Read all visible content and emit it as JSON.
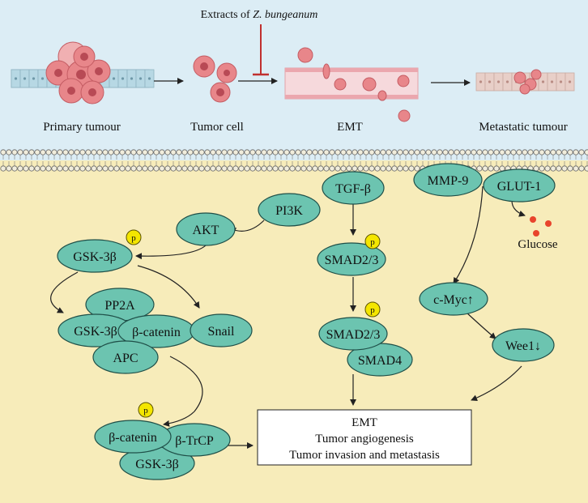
{
  "top": {
    "extract_prefix": "Extracts of ",
    "extract_species": "Z. bungeanum",
    "stages": [
      "Primary tumour",
      "Tumor cell",
      "EMT",
      "Metastatic tumour"
    ]
  },
  "nodes": {
    "tgfb": "TGF-β",
    "mmp9": "MMP-9",
    "glut1": "GLUT-1",
    "pi3k": "PI3K",
    "akt": "AKT",
    "gsk_top": "GSK-3β",
    "smad23_a": "SMAD2/3",
    "smad23_b": "SMAD2/3",
    "smad4": "SMAD4",
    "pp2a": "PP2A",
    "gsk_mid": "GSK-3β",
    "bcat_mid": "β-catenin",
    "apc": "APC",
    "snail": "Snail",
    "cmyc": "c-Myc↑",
    "wee1": "Wee1↓",
    "bcat_bot": "β-catenin",
    "btrcp": "β-TrCP",
    "gsk_bot": "GSK-3β",
    "glucose": "Glucose",
    "p": "p"
  },
  "outcome": {
    "lines": [
      "EMT",
      "Tumor angiogenesis",
      "Tumor invasion and metastasis"
    ]
  },
  "colors": {
    "top_bg": "#dcedf5",
    "cell_bg": "#f7ecba",
    "node": "#6cc4b0",
    "node_stroke": "#1f4f48",
    "phospho": "#f4e600",
    "tumour": "#e8868a",
    "inhibit": "#c0302f",
    "glucose": "#e8442c"
  }
}
